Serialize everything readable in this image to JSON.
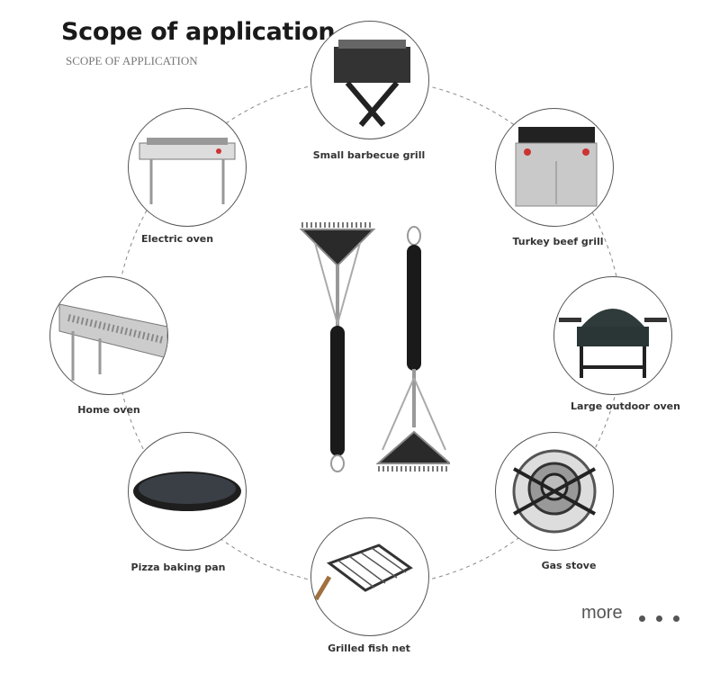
{
  "title": "Scope of application",
  "subtitle": "SCOPE OF APPLICATION",
  "items": [
    {
      "label": "Small barbecue grill",
      "icon": "portable-grill-icon"
    },
    {
      "label": "Turkey beef grill",
      "icon": "commercial-grill-icon"
    },
    {
      "label": "Large outdoor oven",
      "icon": "outdoor-smoker-icon"
    },
    {
      "label": "Gas stove",
      "icon": "gas-burner-icon"
    },
    {
      "label": "Grilled fish net",
      "icon": "grill-basket-icon"
    },
    {
      "label": "Pizza baking pan",
      "icon": "pizza-pan-icon"
    },
    {
      "label": "Home oven",
      "icon": "home-grill-icon"
    },
    {
      "label": "Electric oven",
      "icon": "electric-grill-icon"
    }
  ],
  "more_label": "more"
}
